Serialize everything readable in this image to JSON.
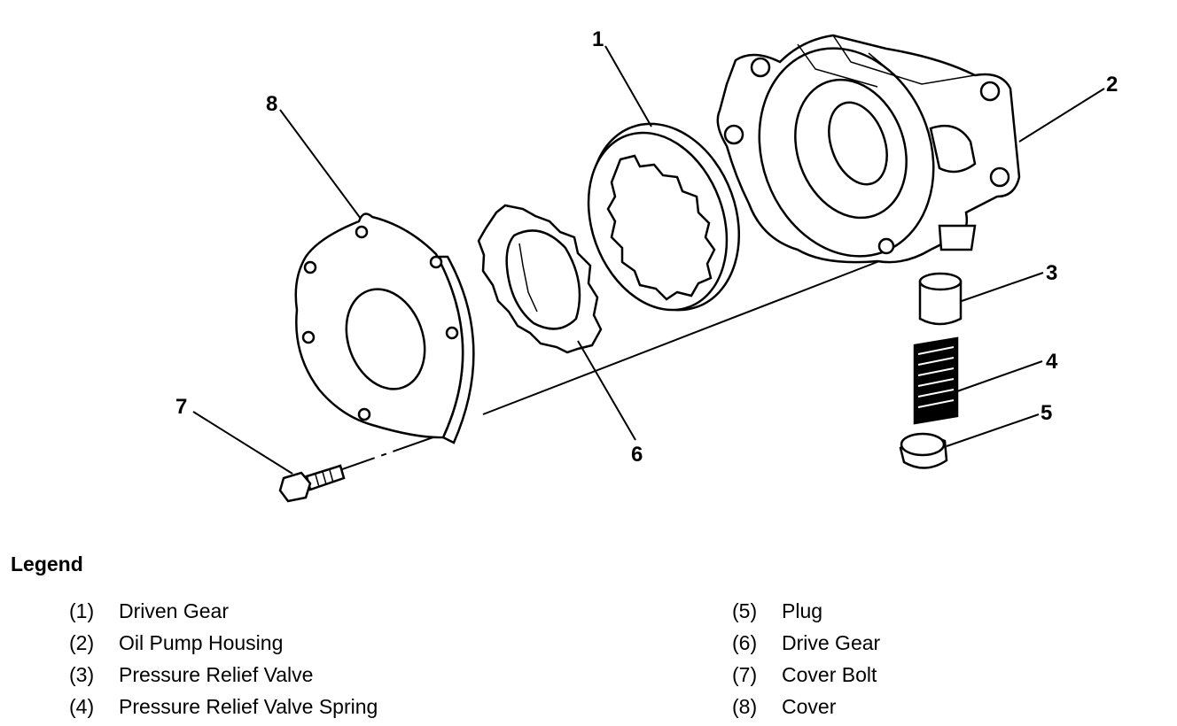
{
  "callouts": {
    "c1": "1",
    "c2": "2",
    "c3": "3",
    "c4": "4",
    "c5": "5",
    "c6": "6",
    "c7": "7",
    "c8": "8"
  },
  "legend": {
    "title": "Legend",
    "left": [
      {
        "num": "(1)",
        "label": "Driven Gear"
      },
      {
        "num": "(2)",
        "label": "Oil Pump Housing"
      },
      {
        "num": "(3)",
        "label": "Pressure Relief Valve"
      },
      {
        "num": "(4)",
        "label": "Pressure Relief Valve Spring"
      }
    ],
    "right": [
      {
        "num": "(5)",
        "label": "Plug"
      },
      {
        "num": "(6)",
        "label": "Drive Gear"
      },
      {
        "num": "(7)",
        "label": "Cover Bolt"
      },
      {
        "num": "(8)",
        "label": "Cover"
      }
    ]
  }
}
